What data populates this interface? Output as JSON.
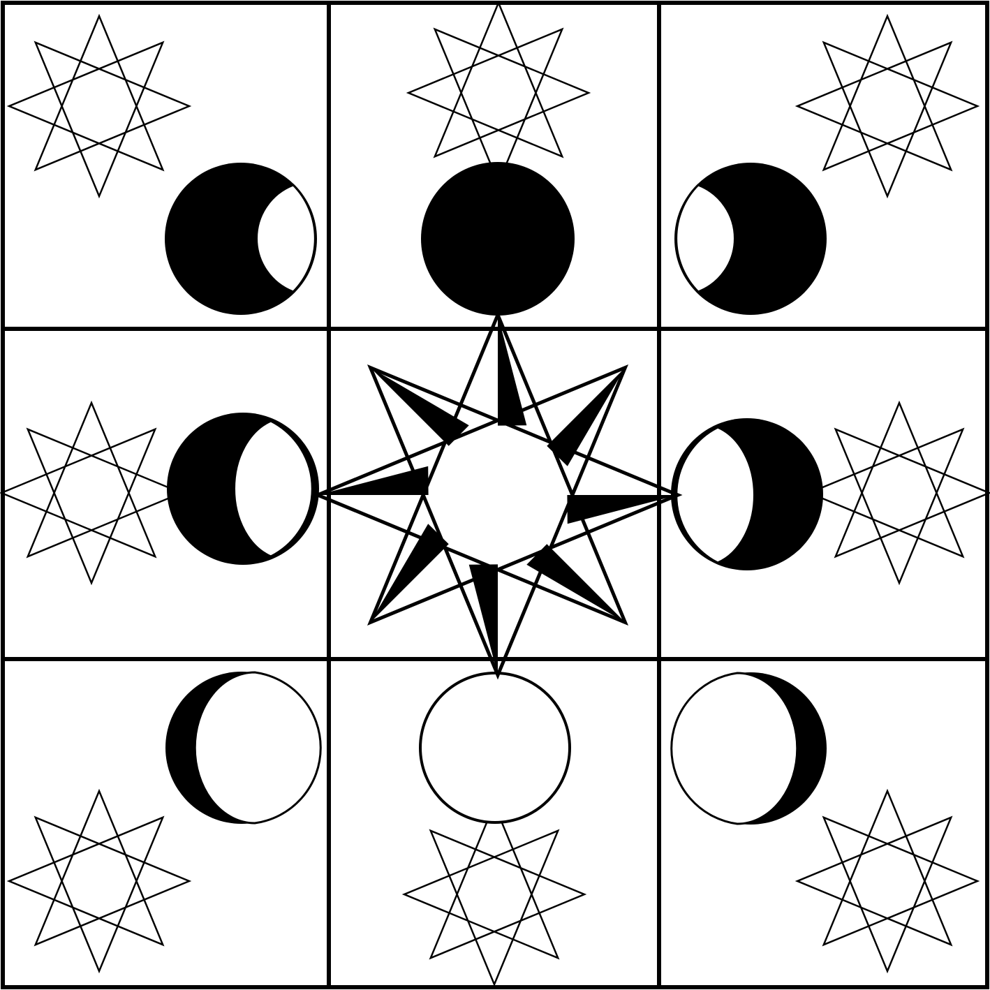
{
  "colors": {
    "ink": "#000000",
    "paper": "#ffffff"
  },
  "grid": {
    "rows": 3,
    "cols": 3
  },
  "cells": [
    {
      "id": "top-left",
      "moon": {
        "phase": "waning-crescent",
        "shape": "black disc with white sliver on right"
      },
      "star": "octagram-outline"
    },
    {
      "id": "top-center",
      "moon": {
        "phase": "new-moon",
        "shape": "solid black disc"
      },
      "star": "octagram-outline"
    },
    {
      "id": "top-right",
      "moon": {
        "phase": "waxing-crescent",
        "shape": "black disc with white sliver on left"
      },
      "star": "octagram-outline"
    },
    {
      "id": "middle-left",
      "moon": {
        "phase": "crescent",
        "shape": "black crescent"
      },
      "star": "octagram-outline"
    },
    {
      "id": "center",
      "moon": null,
      "star": "compass-octagram-filled"
    },
    {
      "id": "middle-right",
      "moon": {
        "phase": "crescent",
        "shape": "black crescent"
      },
      "star": "octagram-outline"
    },
    {
      "id": "bottom-left",
      "moon": {
        "phase": "thin-crescent",
        "shape": "thin black crescent on left"
      },
      "star": "octagram-outline"
    },
    {
      "id": "bottom-center",
      "moon": {
        "phase": "full-moon",
        "shape": "outlined white disc"
      },
      "star": "octagram-outline"
    },
    {
      "id": "bottom-right",
      "moon": {
        "phase": "thin-crescent",
        "shape": "thin black crescent on right"
      },
      "star": "octagram-outline"
    }
  ]
}
